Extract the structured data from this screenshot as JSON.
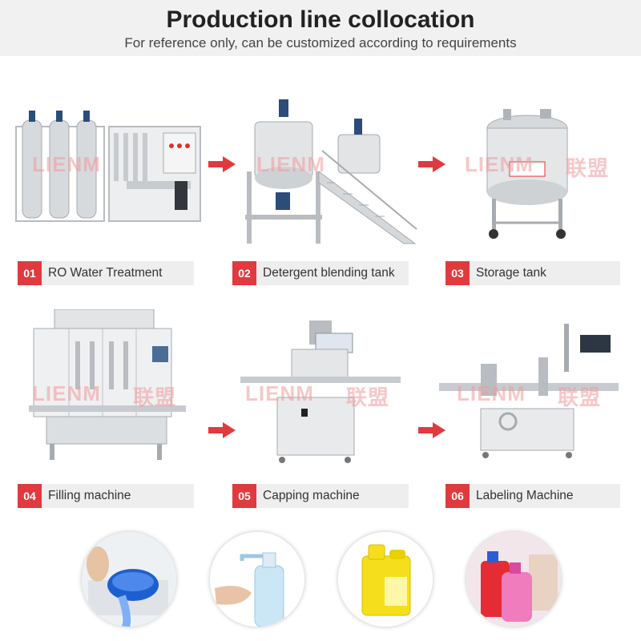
{
  "header": {
    "title": "Production line collocation",
    "subtitle": "For reference only, can be customized according to requirements"
  },
  "watermark": {
    "brand": "LIENM",
    "brand_cn": "联盟"
  },
  "steps": [
    {
      "num": "01",
      "label": "RO Water Treatment"
    },
    {
      "num": "02",
      "label": "Detergent blending tank"
    },
    {
      "num": "03",
      "label": "Storage tank"
    },
    {
      "num": "04",
      "label": "Filling machine"
    },
    {
      "num": "05",
      "label": "Capping machine"
    },
    {
      "num": "06",
      "label": "Labeling Machine"
    }
  ],
  "colors": {
    "accent": "#e03a3f",
    "label_bg": "#eeeeee",
    "header_bg": "#f1f1f1"
  }
}
